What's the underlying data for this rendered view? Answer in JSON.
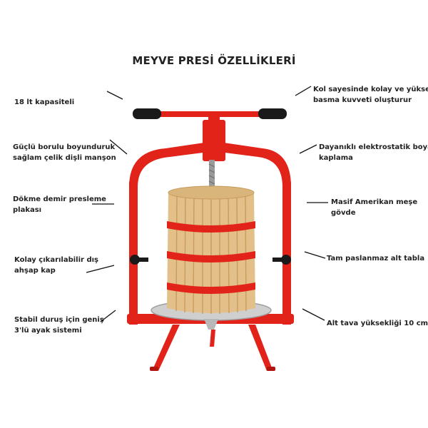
{
  "title": "MEYVE PRESİ ÖZELLİKLERİ",
  "features_left": [
    {
      "line1": "18 lt kapasiteli",
      "line2": ""
    },
    {
      "line1": "Güçlü borulu boyunduruk",
      "line2": "sağlam çelik dişli manşon"
    },
    {
      "line1": "Dökme demir presleme",
      "line2": "plakası"
    },
    {
      "line1": "Kolay çıkarılabilir dış",
      "line2": "ahşap kap"
    },
    {
      "line1": "Stabil duruş için geniş",
      "line2": "3'lü ayak sistemi"
    }
  ],
  "features_right": [
    {
      "line1": "Kol sayesinde kolay ve yüksek",
      "line2": "basma kuvveti oluşturur"
    },
    {
      "line1": "Dayanıklı elektrostatik boya",
      "line2": "kaplama"
    },
    {
      "line1": "Masif Amerikan meşe",
      "line2": "gövde"
    },
    {
      "line1": "Tam paslanmaz alt tabla",
      "line2": ""
    },
    {
      "line1": "Alt tava yüksekliği 10 cm",
      "line2": ""
    }
  ],
  "colors": {
    "frame": "#e2231a",
    "frame_dark": "#b0160f",
    "wood": "#e3c08a",
    "wood_dark": "#c99b5c",
    "handle": "#1a1a1a",
    "steel": "#c8c8c8"
  },
  "icons": [
    "fruit-press-illustration"
  ]
}
